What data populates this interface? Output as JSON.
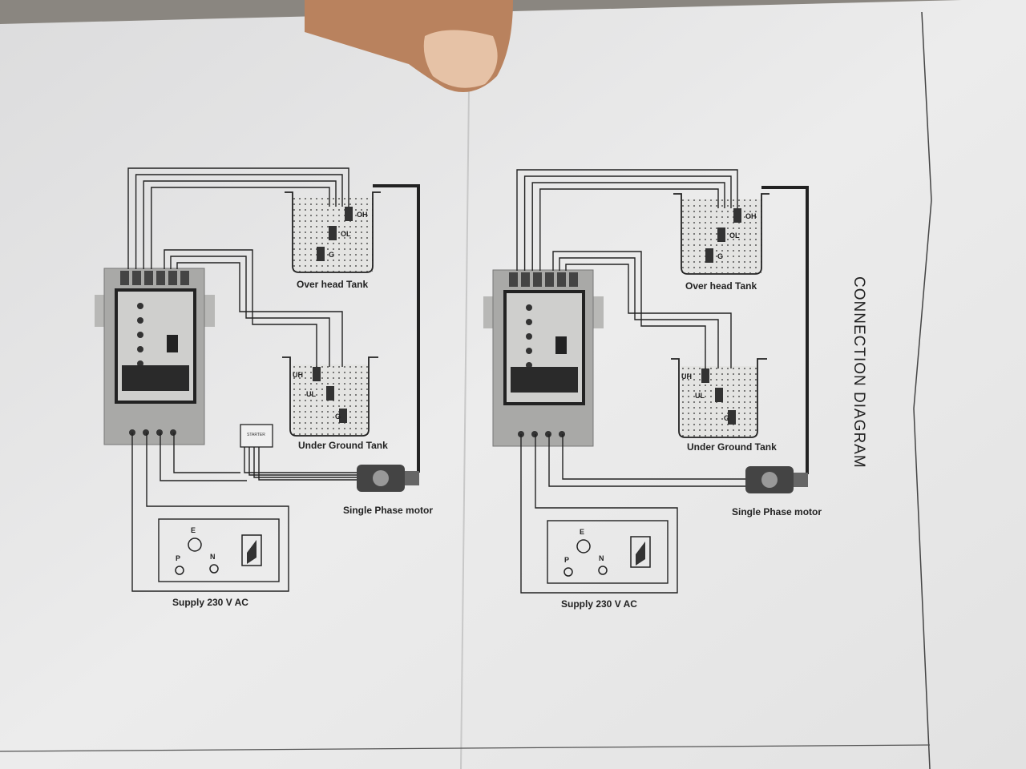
{
  "title": "CONNECTION DIAGRAM",
  "diagrams": [
    {
      "overhead_tank": "Over head Tank",
      "underground_tank": "Under Ground Tank",
      "motor": "Single Phase motor",
      "supply": "Supply 230 V AC",
      "starter": "STARTER",
      "overhead_probes": [
        "OH",
        "OL",
        "G"
      ],
      "underground_probes": [
        "UH",
        "UL",
        "G"
      ],
      "socket_terminals": [
        "E",
        "P",
        "N"
      ]
    },
    {
      "overhead_tank": "Over head Tank",
      "underground_tank": "Under Ground Tank",
      "motor": "Single Phase motor",
      "supply": "Supply 230 V AC",
      "overhead_probes": [
        "OH",
        "OL",
        "G"
      ],
      "underground_probes": [
        "UH",
        "UL",
        "G"
      ],
      "socket_terminals": [
        "E",
        "P",
        "N"
      ]
    }
  ]
}
